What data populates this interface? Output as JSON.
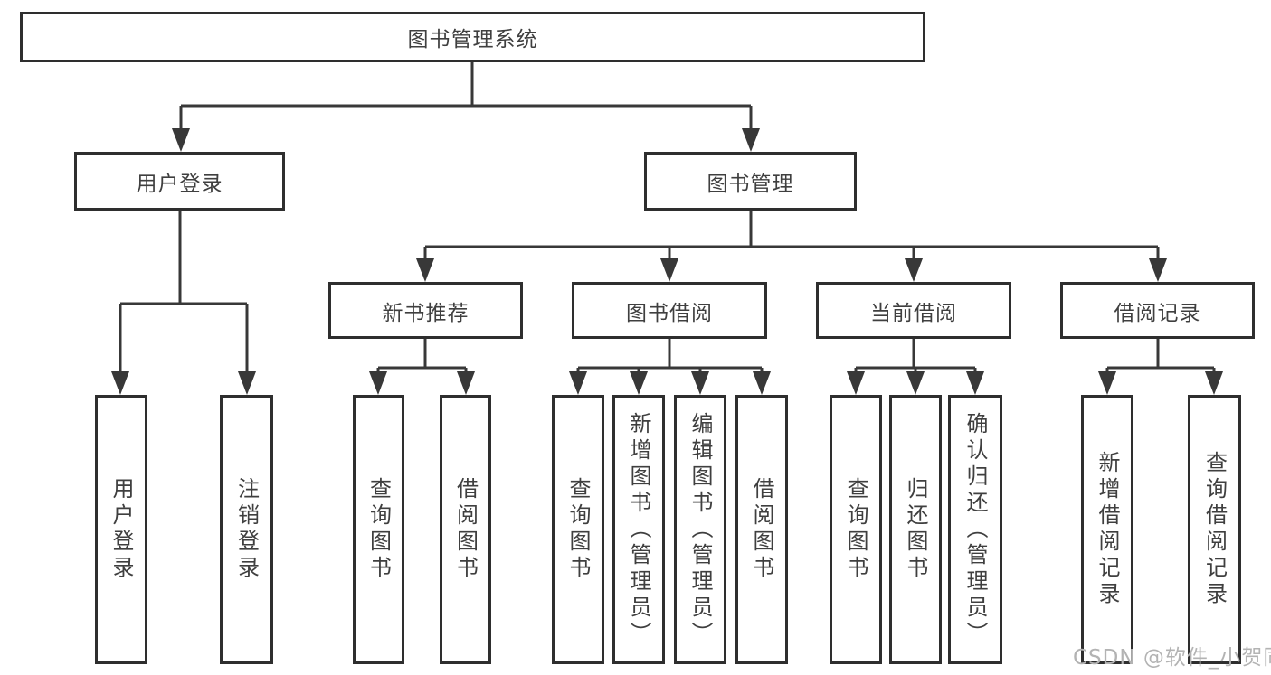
{
  "diagram": {
    "root": {
      "label": "图书管理系统"
    },
    "level2": [
      {
        "id": "user-login",
        "label": "用户登录"
      },
      {
        "id": "book-management",
        "label": "图书管理"
      }
    ],
    "level3": [
      {
        "id": "new-book-recommend",
        "label": "新书推荐"
      },
      {
        "id": "book-borrow",
        "label": "图书借阅"
      },
      {
        "id": "current-borrow",
        "label": "当前借阅"
      },
      {
        "id": "borrow-records",
        "label": "借阅记录"
      }
    ],
    "leaves": [
      {
        "id": "user-login-leaf",
        "label": "用户登录"
      },
      {
        "id": "logout",
        "label": "注销登录"
      },
      {
        "id": "query-books-recommend",
        "label": "查询图书"
      },
      {
        "id": "borrow-books-recommend",
        "label": "借阅图书"
      },
      {
        "id": "query-books-borrow",
        "label": "查询图书"
      },
      {
        "id": "add-books-admin",
        "label": "新增图书（管理员）"
      },
      {
        "id": "edit-books-admin",
        "label": "编辑图书（管理员）"
      },
      {
        "id": "borrow-books",
        "label": "借阅图书"
      },
      {
        "id": "query-books-current",
        "label": "查询图书"
      },
      {
        "id": "return-books",
        "label": "归还图书"
      },
      {
        "id": "confirm-return-admin",
        "label": "确认归还（管理员）"
      },
      {
        "id": "add-borrow-record",
        "label": "新增借阅记录"
      },
      {
        "id": "query-borrow-record",
        "label": "查询借阅记录"
      }
    ]
  },
  "watermark": {
    "text": "CSDN @软件_小贺同学"
  },
  "colors": {
    "line": "#383838",
    "border": "#2e2e2e",
    "text": "#3f3f3f",
    "watermark": "#b3b3b3"
  }
}
